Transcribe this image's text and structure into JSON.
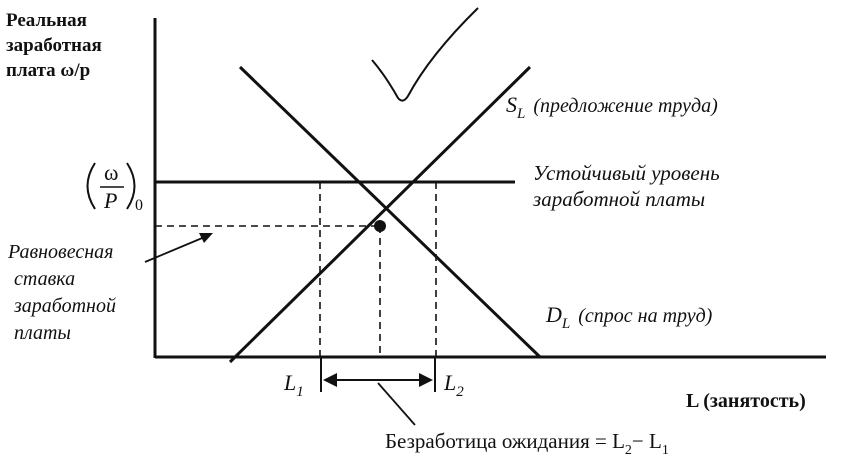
{
  "chart_data": {
    "type": "line",
    "ylabel": [
      "Реальная",
      "заработная",
      "плата ω/p"
    ],
    "xlabel": "L (занятость)",
    "annotations": {
      "fixed_wage": {
        "symbol_num": "ω",
        "symbol_den": "P",
        "subscript": "0",
        "label": [
          "Устойчивый уровень",
          "заработной платы"
        ]
      },
      "equilibrium": {
        "label": [
          "Равновесная",
          "ставка",
          "заработной",
          "платы"
        ]
      },
      "supply": {
        "symbol": "S",
        "subscript": "L",
        "label": "(предложение труда)"
      },
      "demand": {
        "symbol": "D",
        "subscript": "L",
        "label": "(спрос на труд)"
      },
      "l1": {
        "symbol": "L",
        "subscript": "1"
      },
      "l2": {
        "symbol": "L",
        "subscript": "2"
      },
      "unemployment": {
        "text": "Безработица ожидания = L",
        "sub2": "2",
        "minus": "− L",
        "sub1": "1"
      }
    },
    "series": [
      {
        "name": "S_L",
        "points": [
          [
            230,
            105
          ],
          [
            530,
            400
          ]
        ]
      },
      {
        "name": "D_L",
        "points": [
          [
            240,
            400
          ],
          [
            540,
            110
          ]
        ]
      },
      {
        "name": "fixed_wage",
        "points": [
          [
            155,
            285
          ],
          [
            515,
            285
          ]
        ]
      },
      {
        "name": "equilibrium_wage",
        "points": [
          [
            155,
            241
          ],
          [
            380,
            241
          ]
        ]
      }
    ],
    "intersections": {
      "equilibrium": [
        380,
        241
      ],
      "l1": [
        320,
        285
      ],
      "l2": [
        436,
        285
      ]
    }
  }
}
